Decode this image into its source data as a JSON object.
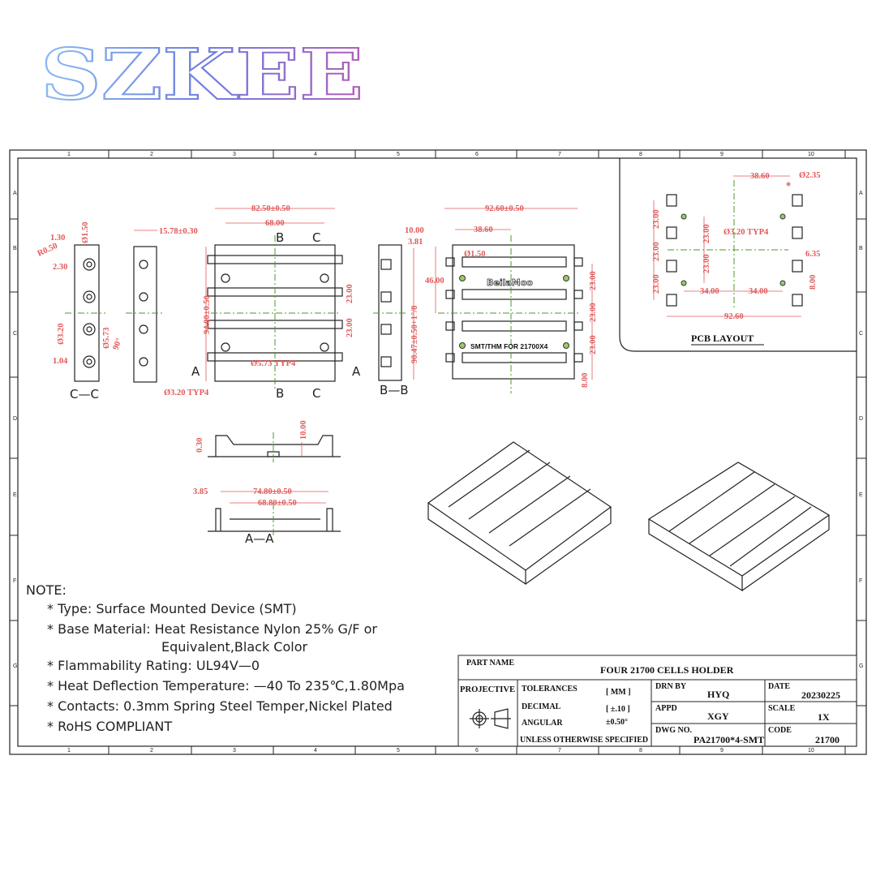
{
  "logo": {
    "text": "SZKEE",
    "colors": [
      "#7fb2f0",
      "#6f7fe0",
      "#b070c8"
    ]
  },
  "frame": {
    "columns": [
      "1",
      "2",
      "3",
      "4",
      "5",
      "6",
      "7",
      "8",
      "9",
      "10"
    ],
    "rows": [
      "A",
      "B",
      "C",
      "D",
      "E",
      "F",
      "G"
    ]
  },
  "views": {
    "cc": {
      "label": "C—C",
      "dims": [
        "1.30",
        "Ø1.50",
        "R0.50",
        "2.30",
        "Ø3.20",
        "Ø5.73",
        "90°",
        "1.04"
      ]
    },
    "side": {
      "dims": [
        "15.78±0.30"
      ]
    },
    "top": {
      "dims": [
        "82.50±0.50",
        "68.00",
        "94.00±0.50",
        "23.00",
        "23.00",
        "Ø5.73 TYP4",
        "Ø3.20 TYP4"
      ],
      "section_marks": [
        "B",
        "B",
        "C",
        "C",
        "A",
        "A"
      ]
    },
    "bb": {
      "label": "B—B",
      "dims": [
        "10.00",
        "3.81",
        "90.47±0.50+1°/8"
      ]
    },
    "bottom": {
      "dims": [
        "92.60±0.50",
        "38.60",
        "Ø1.50",
        "46.00",
        "23.00",
        "23.00",
        "23.00",
        "8.00"
      ],
      "brand": "BeilaMoo",
      "marking": "SMT/THM FOR 21700X4"
    },
    "front": {
      "dims": [
        "0.30",
        "10.00"
      ]
    },
    "aa": {
      "label": "A—A",
      "dims": [
        "3.85",
        "74.80±0.50",
        "68.80±0.50"
      ]
    },
    "pcb": {
      "title": "PCB LAYOUT",
      "dims": [
        "38.60",
        "Ø2.35",
        "23.00",
        "23.00",
        "23.00",
        "23.00",
        "23.00",
        "Ø3.20 TYP4",
        "6.35",
        "8.00",
        "34.00",
        "34.00",
        "92.60"
      ]
    }
  },
  "notes": {
    "heading": "NOTE:",
    "items": [
      "* Type: Surface Mounted Device  (SMT)",
      "* Base Material: Heat Resistance Nylon 25% G/F or",
      "Equivalent,Black Color",
      "* Flammability Rating: UL94V—0",
      "* Heat Deflection Temperature: —40 To 235℃,1.80Mpa",
      "* Contacts: 0.3mm Spring Steel Temper,Nickel Plated",
      "* RoHS COMPLIANT"
    ]
  },
  "title_block": {
    "part_name_label": "PART NAME",
    "part_name": "FOUR  21700  CELLS  HOLDER",
    "projective": "PROJECTIVE",
    "tolerances": "TOLERANCES",
    "units": "[ MM ]",
    "decimal": "DECIMAL",
    "decimal_val": "[ ±.10 ]",
    "angular": "ANGULAR",
    "angular_val": "±0.50°",
    "unless": "UNLESS OTHERWISE SPECIFIED",
    "drn_by_label": "DRN BY",
    "drn_by": "HYQ",
    "appd_label": "APPD",
    "appd": "XGY",
    "dwg_label": "DWG NO.",
    "dwg": "PA21700*4-SMT",
    "date_label": "DATE",
    "date": "20230225",
    "scale_label": "SCALE",
    "scale": "1X",
    "code_label": "CODE",
    "code": "21700"
  }
}
